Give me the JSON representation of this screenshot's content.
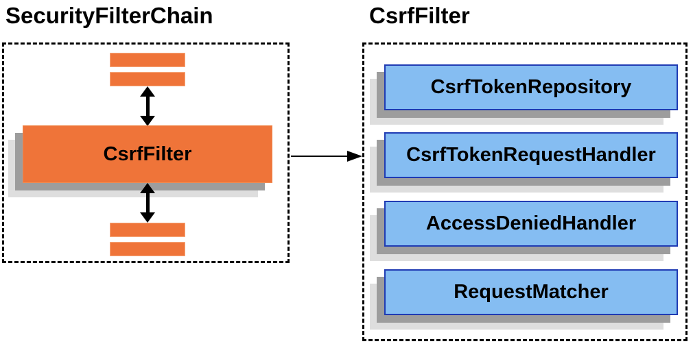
{
  "left_panel": {
    "title": "SecurityFilterChain",
    "filter_label": "CsrfFilter"
  },
  "right_panel": {
    "title": "CsrfFilter",
    "components": [
      "CsrfTokenRepository",
      "CsrfTokenRequestHandler",
      "AccessDeniedHandler",
      "RequestMatcher"
    ]
  },
  "colors": {
    "orange_fill": "#EF7439",
    "blue_fill": "#85BDF2",
    "blue_border": "#1F3BB3",
    "shadow_dark": "#9D9D9D",
    "shadow_light": "#DEDEDE",
    "outline_black": "#000000"
  }
}
